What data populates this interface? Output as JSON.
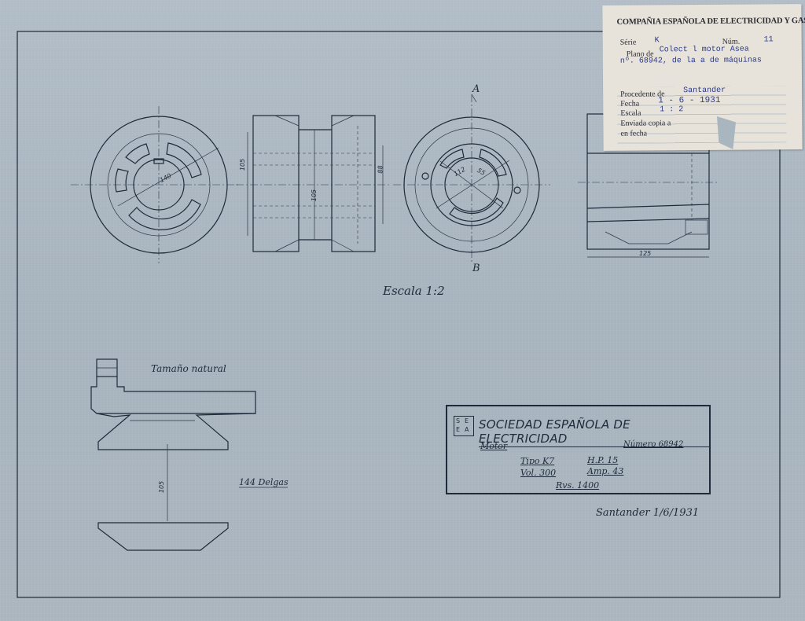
{
  "drawing": {
    "scale_label": "Escala 1:2",
    "section_a": "A",
    "section_b": "B",
    "natural_size_label": "Tamaño natural",
    "delgas_label": "144 Delgas",
    "place_date": "Santander 1/6/1931",
    "dims": {
      "d140": "140",
      "d105a": "105",
      "d105b": "105",
      "d88": "88",
      "d112": "112",
      "d55": "55",
      "d125": "125",
      "d105c": "105"
    }
  },
  "title_block": {
    "company": "SOCIEDAD ESPAÑOLA DE ELECTRICIDAD",
    "logo_letters": [
      "S",
      "E",
      "E",
      "A"
    ],
    "motor_label": "Motor",
    "numero": "Número 68942",
    "tipo": "Tipo K7",
    "hp": "H.P. 15",
    "vol": "Vol. 300",
    "amp": "Amp. 43",
    "rvs": "Rvs. 1400"
  },
  "label": {
    "header": "COMPAÑIA ESPAÑOLA DE ELECTRICIDAD Y GAS LEBON",
    "serie_key": "Série",
    "serie_val": "K",
    "num_key": "Núm.",
    "num_val": "11",
    "plano_key": "Plano de",
    "plano_val1": "Colect   l motor Asea",
    "plano_val2": "nº. 68942, de la   a de máquinas",
    "procedente_key": "Procedente de",
    "procedente_val": "Santander",
    "fecha_key": "Fecha",
    "fecha_val": "1 - 6 - 1931",
    "escala_key": "Escala",
    "escala_val": "1 : 2",
    "enviada_key": "Enviada copia a",
    "en_fecha_key": "en fecha"
  }
}
